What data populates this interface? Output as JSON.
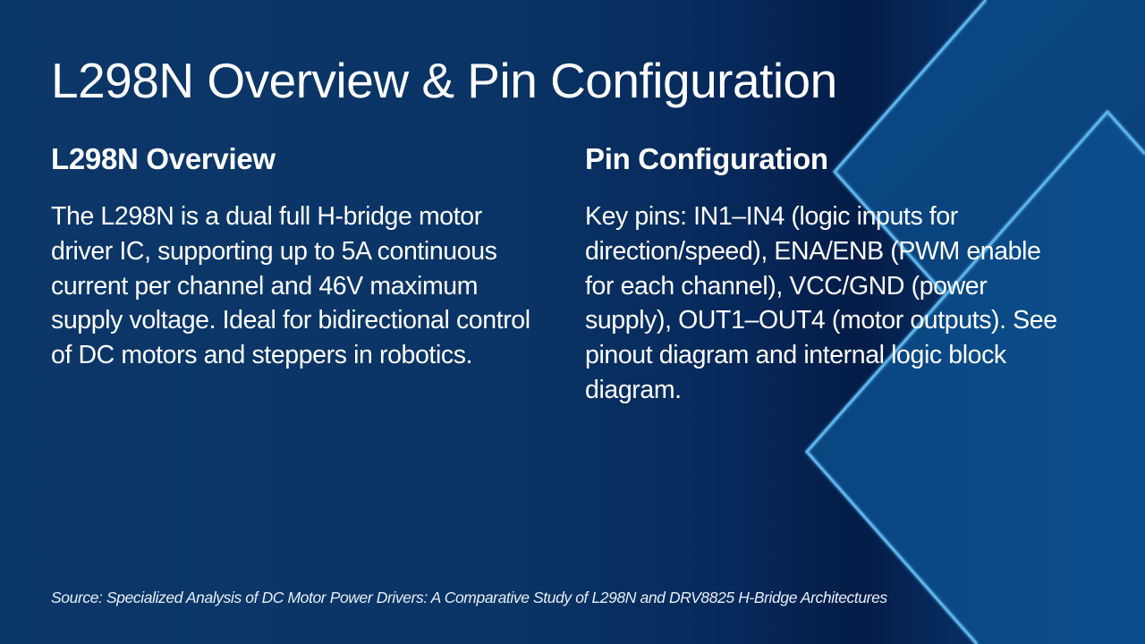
{
  "slide": {
    "title": "L298N Overview & Pin Configuration",
    "left_column": {
      "heading": "L298N Overview",
      "body": "The L298N is a dual full H-bridge motor driver IC, supporting up to 5A continuous current per channel and 46V maximum supply voltage. Ideal for bidirectional control of DC motors and steppers in robotics."
    },
    "right_column": {
      "heading": "Pin Configuration",
      "body": "Key pins: IN1–IN4 (logic inputs for direction/speed), ENA/ENB (PWM enable for each channel), VCC/GND (power supply), OUT1–OUT4 (motor outputs). See pinout diagram and internal logic block diagram."
    },
    "source": "Source: Specialized Analysis of DC Motor Power Drivers: A Comparative Study of L298N and DRV8825 H-Bridge Architectures"
  },
  "theme": {
    "background": "#0b3668",
    "background_dark": "#041c47",
    "shape_fill": "#0b4c88",
    "accent_line": "#5cb3ea",
    "text": "#ffffff"
  }
}
